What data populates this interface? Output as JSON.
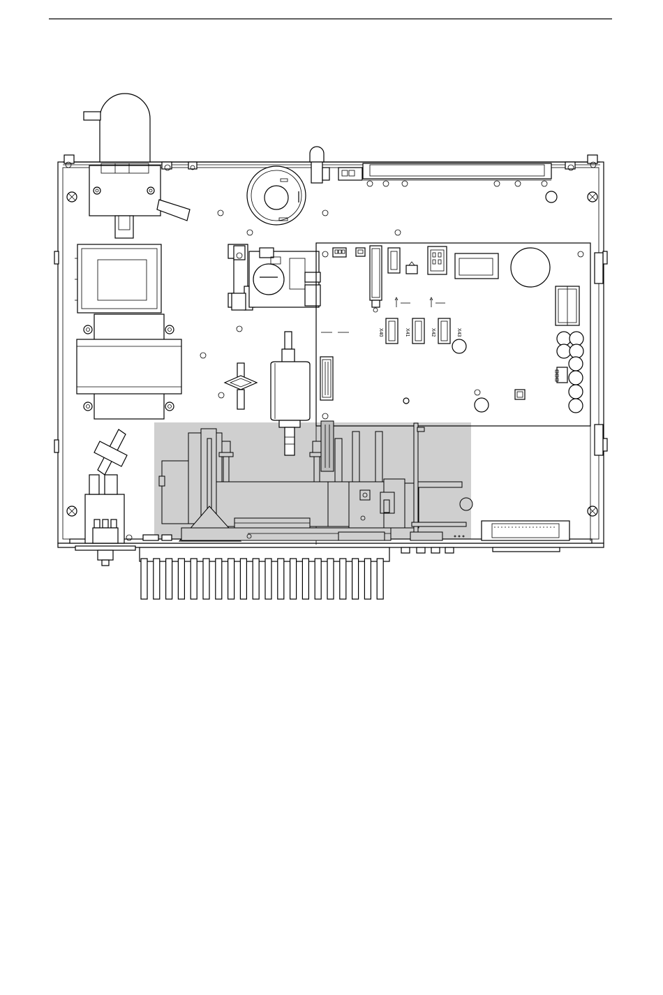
{
  "colors": {
    "line": "#000000",
    "highlight": "#cfcfcf",
    "background": "#ffffff"
  },
  "icons": [
    "screw-icon",
    "connector-icon",
    "arrow-icon"
  ],
  "labels": {
    "x40": "X40",
    "x41": "X41",
    "x42": "X42",
    "x43": "X43"
  }
}
